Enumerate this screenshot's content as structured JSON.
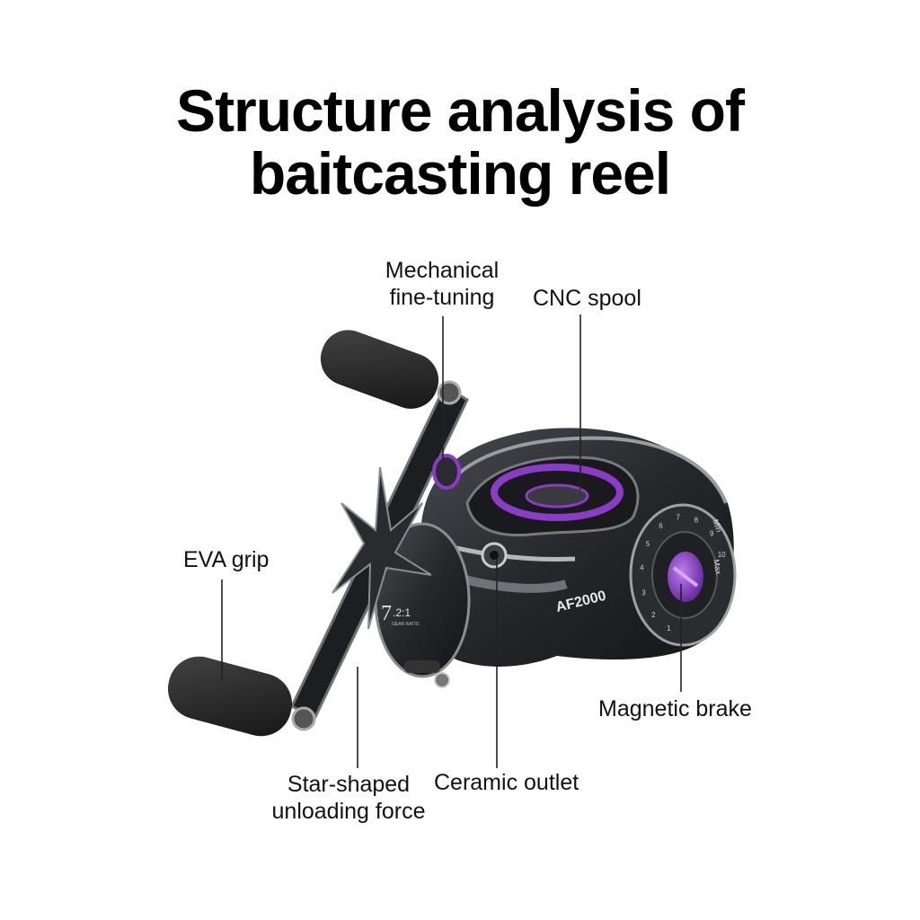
{
  "title": {
    "line1": "Structure analysis of",
    "line2": "baitcasting reel"
  },
  "labels": {
    "fine_tuning": [
      "Mechanical",
      "fine-tuning"
    ],
    "spool": "CNC spool",
    "grip": "EVA grip",
    "brake": "Magnetic brake",
    "drag": [
      "Star-shaped",
      "unloading force"
    ],
    "outlet": "Ceramic outlet"
  },
  "reel_marks": {
    "model": "AF2000",
    "gear_ratio_big": "7",
    "gear_ratio_small": ".2:1",
    "gear_ratio_caption": "GEAR RATIO",
    "dial_min": "Min",
    "dial_max": "Max",
    "dial_numbers": [
      "1",
      "2",
      "3",
      "4",
      "5",
      "6",
      "7",
      "8",
      "9",
      "10"
    ]
  },
  "colors": {
    "body": "#26272b",
    "rim": "#8a8d93",
    "accent_purple": "#8a3cc8",
    "knob": "#2b2b2b",
    "leader": "#222222"
  }
}
